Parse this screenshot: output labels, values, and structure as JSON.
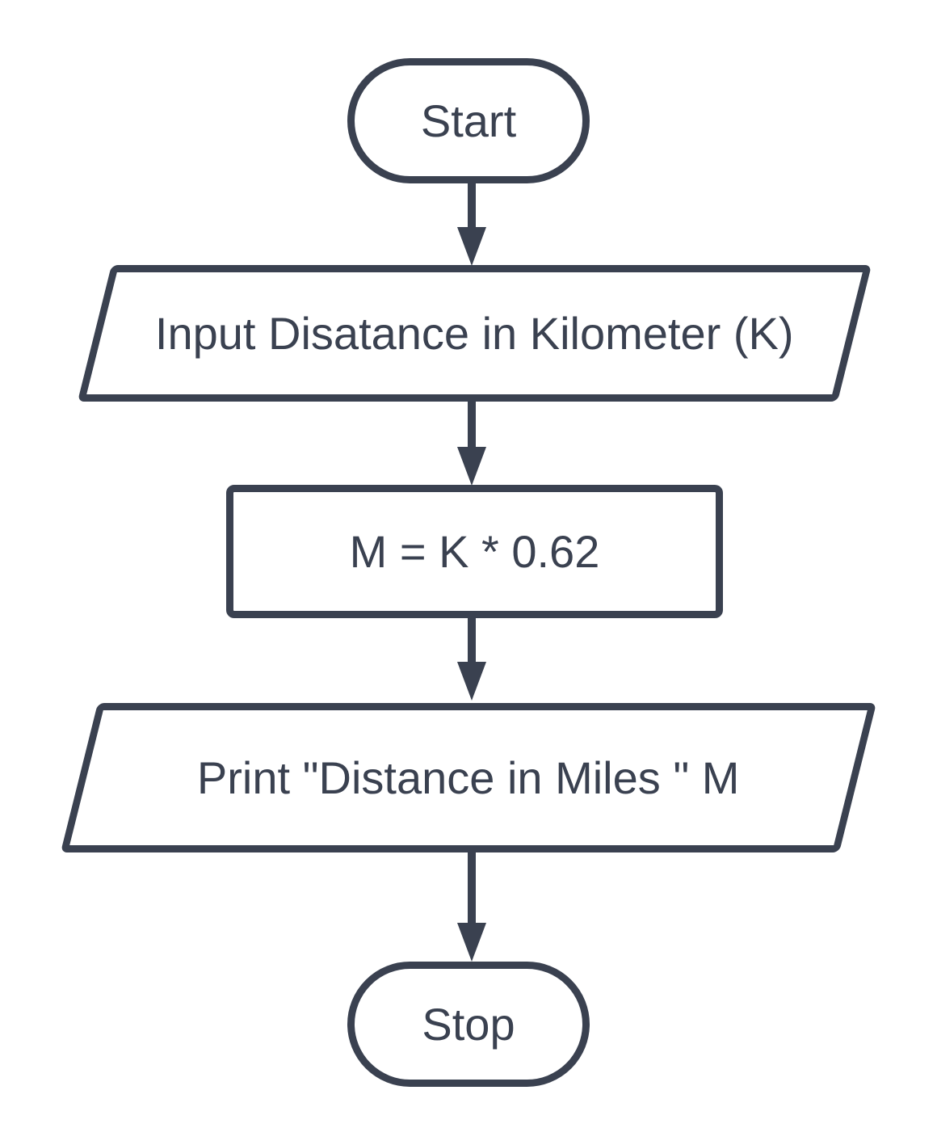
{
  "diagram": {
    "type": "flowchart",
    "direction": "top-down",
    "colors": {
      "stroke": "#3a4150",
      "node_fill": "#ffffff",
      "text": "#3a4150",
      "background": "#ffffff"
    },
    "nodes": [
      {
        "id": "start",
        "shape": "terminator",
        "label": "Start"
      },
      {
        "id": "input-distance",
        "shape": "parallelogram",
        "label": "Input Disatance in Kilometer (K)"
      },
      {
        "id": "compute-miles",
        "shape": "rectangle",
        "label": "M = K * 0.62"
      },
      {
        "id": "print-result",
        "shape": "parallelogram",
        "label": "Print \"Distance in Miles \" M"
      },
      {
        "id": "stop",
        "shape": "terminator",
        "label": "Stop"
      }
    ],
    "edges": [
      {
        "from": "start",
        "to": "input-distance"
      },
      {
        "from": "input-distance",
        "to": "compute-miles"
      },
      {
        "from": "compute-miles",
        "to": "print-result"
      },
      {
        "from": "print-result",
        "to": "stop"
      }
    ]
  }
}
